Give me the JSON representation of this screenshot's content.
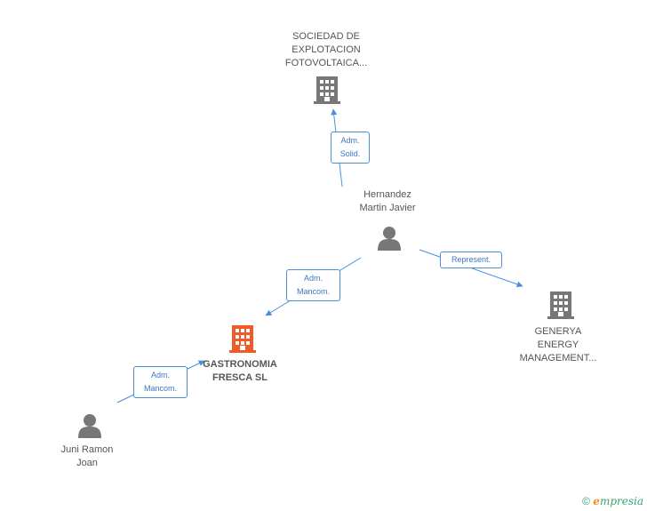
{
  "nodes": {
    "sociedad": {
      "lines": [
        "SOCIEDAD DE",
        "EXPLOTACION",
        "FOTOVOLTAICA..."
      ],
      "icon": "building-icon",
      "color": "#777777"
    },
    "hernandez": {
      "lines": [
        "Hernandez",
        "Martin Javier"
      ],
      "icon": "person-icon",
      "color": "#777777"
    },
    "generya": {
      "lines": [
        "GENERYA",
        "ENERGY",
        "MANAGEMENT..."
      ],
      "icon": "building-icon",
      "color": "#777777"
    },
    "gastronomia": {
      "lines": [
        "GASTRONOMIA",
        "FRESCA SL"
      ],
      "icon": "building-icon",
      "color": "#f05a28"
    },
    "juni": {
      "lines": [
        "Juni Ramon",
        "Joan"
      ],
      "icon": "person-icon",
      "color": "#777777"
    }
  },
  "edges": {
    "adm_solid": {
      "lines": [
        "Adm.",
        "Solid."
      ]
    },
    "represent": {
      "lines": [
        "Represent."
      ]
    },
    "adm_mancom_1": {
      "lines": [
        "Adm.",
        "Mancom."
      ]
    },
    "adm_mancom_2": {
      "lines": [
        "Adm.",
        "Mancom."
      ]
    }
  },
  "footer": {
    "copyright": "©",
    "brand_initial": "e",
    "brand_rest": "mpresia"
  },
  "colors": {
    "edge": "#4a90d9",
    "node_gray": "#777777",
    "node_main": "#f05a28"
  }
}
